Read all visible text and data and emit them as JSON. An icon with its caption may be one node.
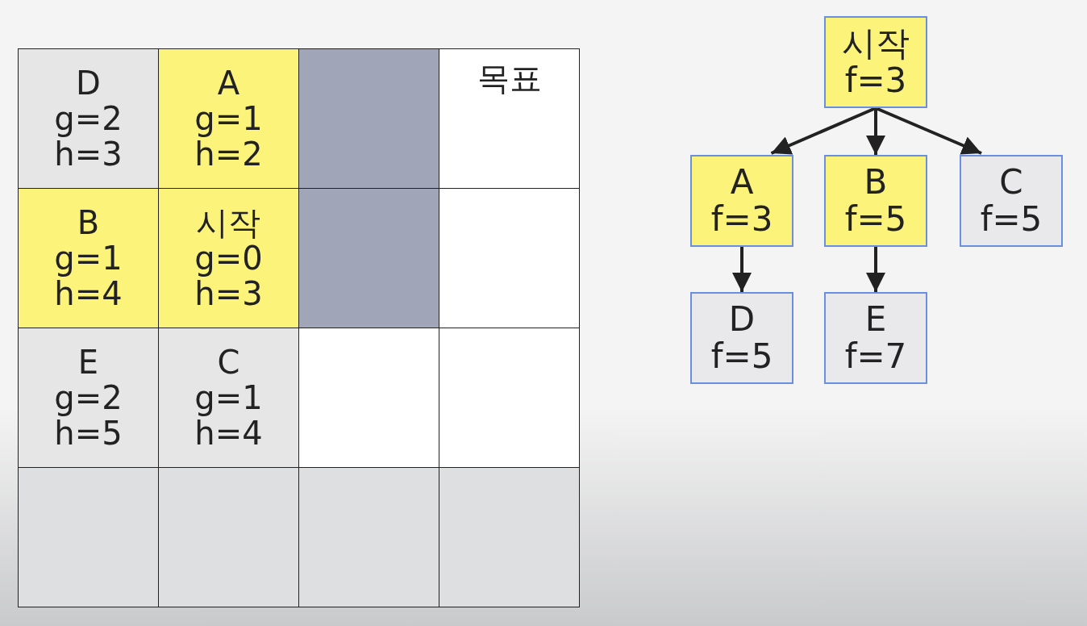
{
  "diagram": {
    "nodes": [
      {
        "text": [
          "시작 f=3"
        ]
      },
      {
        "text": [
          "A f=3"
        ]
      },
      {
        "text": [
          "B f=5"
        ]
      },
      {
        "text": [
          "C f=5"
        ]
      },
      {
        "text": [
          "D f=5"
        ]
      },
      {
        "text": [
          "E f=7"
        ]
      }
    ],
    "edges": [
      {
        "from": 0,
        "to": 1,
        "arrow": "to"
      },
      {
        "from": 0,
        "to": 2,
        "arrow": "to"
      },
      {
        "from": 0,
        "to": 3,
        "arrow": "to"
      },
      {
        "from": 1,
        "to": 4,
        "arrow": "to"
      },
      {
        "from": 2,
        "to": 5,
        "arrow": "to"
      }
    ],
    "labels": [
      "D g=2 h=3",
      "A g=1 h=2",
      "목표",
      "B g=1 h=4",
      "시작 g=0 h=3",
      "E g=2 h=5",
      "C g=1 h=4"
    ]
  }
}
